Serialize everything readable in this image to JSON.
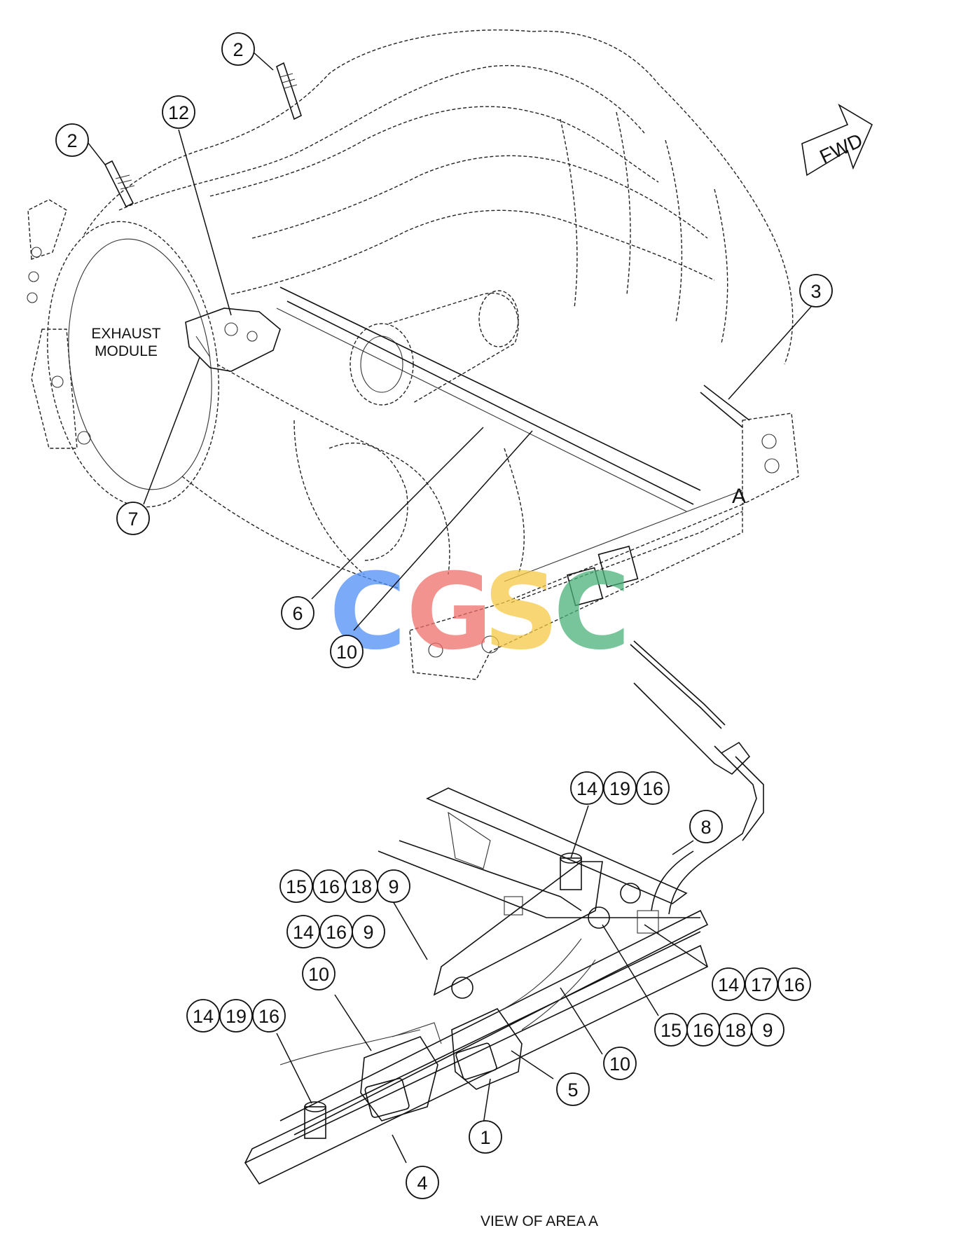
{
  "labels": {
    "exhaust_line1": "EXHAUST",
    "exhaust_line2": "MODULE",
    "area_a": "A",
    "view_caption": "VIEW OF AREA A",
    "fwd": "FWD"
  },
  "watermark": {
    "letters": [
      "C",
      "G",
      "S",
      "C"
    ],
    "colors": [
      "#4f8ef7",
      "#ef6f6a",
      "#f6c945",
      "#4bb27a"
    ]
  },
  "callouts": {
    "c2a": "2",
    "c2b": "2",
    "c12": "12",
    "c3": "3",
    "c7": "7",
    "c6": "6",
    "c10a": "10",
    "c14a": "14",
    "c19a": "19",
    "c16a": "16",
    "c8": "8",
    "c15a": "15",
    "c16b": "16",
    "c18a": "18",
    "c9a": "9",
    "c14b": "14",
    "c16c": "16",
    "c9b": "9",
    "c10b": "10",
    "c14c": "14",
    "c19b": "19",
    "c16d": "16",
    "c14d": "14",
    "c17": "17",
    "c16e": "16",
    "c15b": "15",
    "c16f": "16",
    "c18b": "18",
    "c9c": "9",
    "c10c": "10",
    "c5": "5",
    "c1": "1",
    "c4": "4"
  }
}
